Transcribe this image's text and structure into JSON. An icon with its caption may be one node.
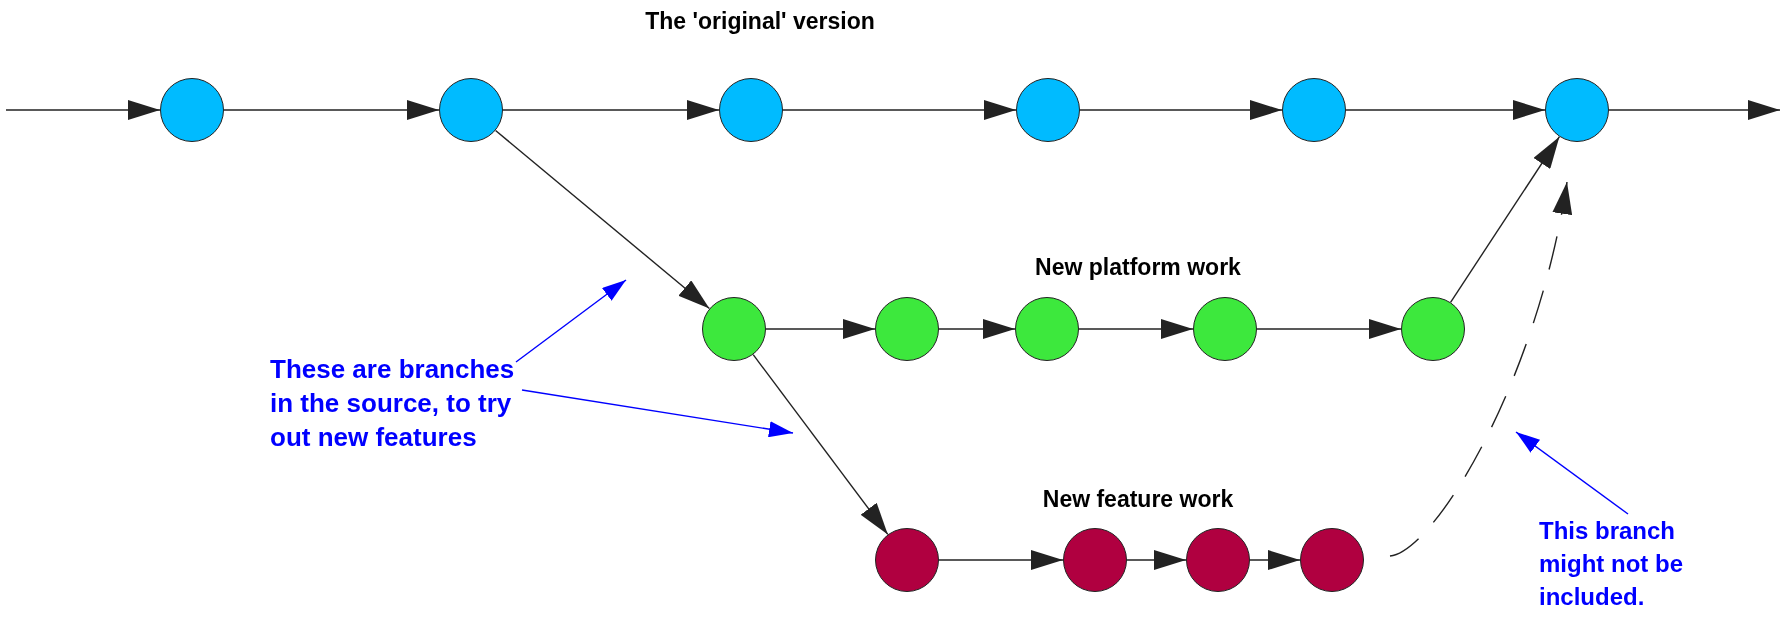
{
  "diagram": {
    "nodes": [
      {
        "text": [],
        "shape": "circle"
      },
      {
        "text": [],
        "shape": "circle"
      },
      {
        "text": [],
        "shape": "circle"
      },
      {
        "text": [],
        "shape": "circle"
      },
      {
        "text": [],
        "shape": "circle"
      },
      {
        "text": [],
        "shape": "circle"
      },
      {
        "text": [],
        "shape": "circle"
      },
      {
        "text": [],
        "shape": "circle"
      },
      {
        "text": [],
        "shape": "circle"
      },
      {
        "text": [],
        "shape": "circle"
      },
      {
        "text": [],
        "shape": "circle"
      },
      {
        "text": [],
        "shape": "circle"
      },
      {
        "text": [],
        "shape": "circle"
      },
      {
        "text": [],
        "shape": "circle"
      },
      {
        "text": [],
        "shape": "circle"
      },
      {
        "text": [
          "These are branches in the source, to try out new features"
        ]
      },
      {
        "text": [
          "This branch might not be included."
        ]
      }
    ],
    "edges": [
      {
        "from": null,
        "to": 0,
        "arrow": "to"
      },
      {
        "from": 0,
        "to": 1,
        "arrow": "to"
      },
      {
        "from": 1,
        "to": 2,
        "arrow": "to"
      },
      {
        "from": 2,
        "to": 3,
        "arrow": "to"
      },
      {
        "from": 3,
        "to": 4,
        "arrow": "to"
      },
      {
        "from": 4,
        "to": 5,
        "arrow": "to"
      },
      {
        "from": 5,
        "to": null,
        "arrow": "to"
      },
      {
        "from": 1,
        "to": 6,
        "arrow": "to"
      },
      {
        "from": 6,
        "to": 7,
        "arrow": "to"
      },
      {
        "from": 7,
        "to": 8,
        "arrow": "to"
      },
      {
        "from": 8,
        "to": 9,
        "arrow": "to"
      },
      {
        "from": 9,
        "to": 10,
        "arrow": "to"
      },
      {
        "from": 10,
        "to": 5,
        "arrow": "to"
      },
      {
        "from": 6,
        "to": 11,
        "arrow": "to"
      },
      {
        "from": 11,
        "to": 12,
        "arrow": "to"
      },
      {
        "from": 12,
        "to": 13,
        "arrow": "to"
      },
      {
        "from": 13,
        "to": 14,
        "arrow": "to"
      },
      {
        "from": 14,
        "to": 5,
        "arrow": "to",
        "style": "dashed"
      },
      {
        "from": 15,
        "to": null,
        "arrow": "to",
        "color": "#0000ff"
      },
      {
        "from": 15,
        "to": null,
        "arrow": "to",
        "color": "#0000ff"
      },
      {
        "from": 16,
        "to": null,
        "arrow": "to",
        "color": "#0000ff"
      }
    ],
    "labels": [
      "The 'original' version",
      "New platform work",
      "New feature work"
    ]
  }
}
